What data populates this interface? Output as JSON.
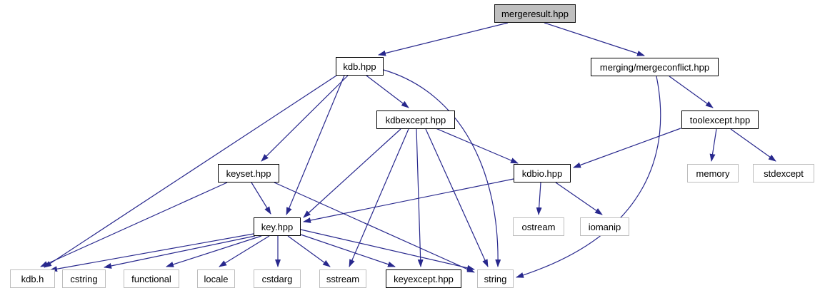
{
  "diagram": {
    "type": "include-dependency-graph",
    "root": "mergeresult.hpp",
    "colors": {
      "edge": "#28288d",
      "current_fill": "#bfbfbf",
      "linked_border": "#000000",
      "plain_border": "#bdbdbd",
      "node_fill": "#ffffff",
      "text": "#000000",
      "background": "#ffffff"
    },
    "nodes": [
      {
        "id": "mergeresult",
        "label": "mergeresult.hpp",
        "kind": "current"
      },
      {
        "id": "kdb_hpp",
        "label": "kdb.hpp",
        "kind": "linked"
      },
      {
        "id": "mergeconflict",
        "label": "merging/mergeconflict.hpp",
        "kind": "linked"
      },
      {
        "id": "kdbexcept",
        "label": "kdbexcept.hpp",
        "kind": "linked"
      },
      {
        "id": "toolexcept",
        "label": "toolexcept.hpp",
        "kind": "linked"
      },
      {
        "id": "keyset",
        "label": "keyset.hpp",
        "kind": "linked"
      },
      {
        "id": "kdbio",
        "label": "kdbio.hpp",
        "kind": "linked"
      },
      {
        "id": "memory",
        "label": "memory",
        "kind": "plain"
      },
      {
        "id": "stdexcept",
        "label": "stdexcept",
        "kind": "plain"
      },
      {
        "id": "key_hpp",
        "label": "key.hpp",
        "kind": "linked"
      },
      {
        "id": "ostream",
        "label": "ostream",
        "kind": "plain"
      },
      {
        "id": "iomanip",
        "label": "iomanip",
        "kind": "plain"
      },
      {
        "id": "kdb_h",
        "label": "kdb.h",
        "kind": "plain"
      },
      {
        "id": "cstring",
        "label": "cstring",
        "kind": "plain"
      },
      {
        "id": "functional",
        "label": "functional",
        "kind": "plain"
      },
      {
        "id": "locale",
        "label": "locale",
        "kind": "plain"
      },
      {
        "id": "cstdarg",
        "label": "cstdarg",
        "kind": "plain"
      },
      {
        "id": "sstream",
        "label": "sstream",
        "kind": "plain"
      },
      {
        "id": "keyexcept",
        "label": "keyexcept.hpp",
        "kind": "linked"
      },
      {
        "id": "string",
        "label": "string",
        "kind": "plain"
      }
    ],
    "edges": [
      {
        "from": "mergeresult",
        "to": "kdb_hpp"
      },
      {
        "from": "mergeresult",
        "to": "mergeconflict"
      },
      {
        "from": "kdb_hpp",
        "to": "kdbexcept"
      },
      {
        "from": "kdb_hpp",
        "to": "keyset"
      },
      {
        "from": "kdb_hpp",
        "to": "key_hpp"
      },
      {
        "from": "kdb_hpp",
        "to": "kdb_h"
      },
      {
        "from": "kdb_hpp",
        "to": "string"
      },
      {
        "from": "mergeconflict",
        "to": "toolexcept"
      },
      {
        "from": "mergeconflict",
        "to": "string"
      },
      {
        "from": "toolexcept",
        "to": "memory"
      },
      {
        "from": "toolexcept",
        "to": "stdexcept"
      },
      {
        "from": "toolexcept",
        "to": "kdbio"
      },
      {
        "from": "kdbexcept",
        "to": "kdbio"
      },
      {
        "from": "kdbexcept",
        "to": "key_hpp"
      },
      {
        "from": "kdbexcept",
        "to": "keyexcept"
      },
      {
        "from": "kdbexcept",
        "to": "sstream"
      },
      {
        "from": "kdbexcept",
        "to": "string"
      },
      {
        "from": "kdbio",
        "to": "ostream"
      },
      {
        "from": "kdbio",
        "to": "iomanip"
      },
      {
        "from": "kdbio",
        "to": "key_hpp"
      },
      {
        "from": "keyset",
        "to": "key_hpp"
      },
      {
        "from": "keyset",
        "to": "kdb_h"
      },
      {
        "from": "keyset",
        "to": "string"
      },
      {
        "from": "key_hpp",
        "to": "kdb_h"
      },
      {
        "from": "key_hpp",
        "to": "cstring"
      },
      {
        "from": "key_hpp",
        "to": "functional"
      },
      {
        "from": "key_hpp",
        "to": "locale"
      },
      {
        "from": "key_hpp",
        "to": "cstdarg"
      },
      {
        "from": "key_hpp",
        "to": "sstream"
      },
      {
        "from": "key_hpp",
        "to": "keyexcept"
      },
      {
        "from": "key_hpp",
        "to": "string"
      }
    ]
  }
}
